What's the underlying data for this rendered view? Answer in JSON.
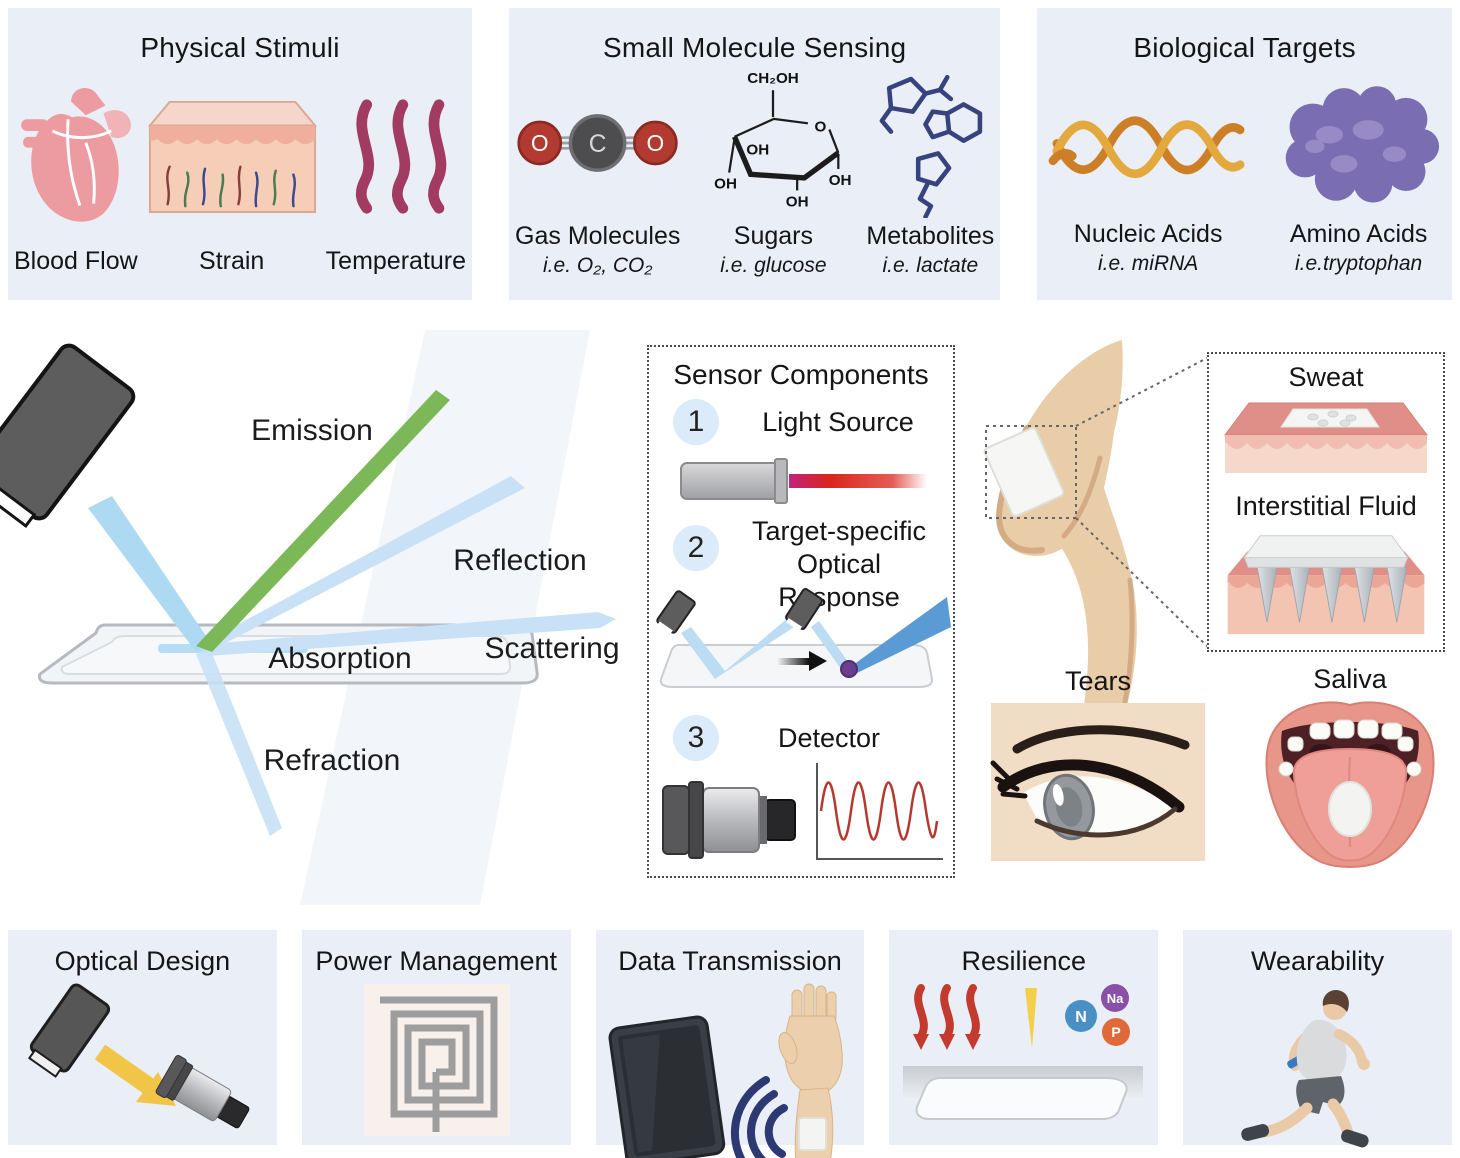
{
  "top_row": {
    "panels": [
      {
        "title": "Physical Stimuli",
        "items": [
          {
            "label": "Blood Flow",
            "icon": "heart-icon"
          },
          {
            "label": "Strain",
            "icon": "skin-cross-section-icon"
          },
          {
            "label": "Temperature",
            "icon": "heat-waves-icon"
          }
        ]
      },
      {
        "title": "Small Molecule Sensing",
        "items": [
          {
            "label": "Gas Molecules",
            "sub": "i.e. O₂, CO₂",
            "icon": "co2-molecule-icon"
          },
          {
            "label": "Sugars",
            "sub": "i.e. glucose",
            "icon": "glucose-ring-icon"
          },
          {
            "label": "Metabolites",
            "sub": "i.e. lactate",
            "icon": "metabolite-structures-icon"
          }
        ]
      },
      {
        "title": "Biological Targets",
        "items": [
          {
            "label": "Nucleic Acids",
            "sub": "i.e. miRNA",
            "icon": "dna-helix-icon"
          },
          {
            "label": "Amino Acids",
            "sub": "i.e.tryptophan",
            "icon": "protein-blob-icon"
          }
        ]
      }
    ]
  },
  "optical_diagram": {
    "emission": "Emission",
    "reflection": "Reflection",
    "absorption": "Absorption",
    "scattering": "Scattering",
    "refraction": "Refraction"
  },
  "sensor_components": {
    "title": "Sensor Components",
    "steps": [
      {
        "num": "1",
        "label": "Light Source"
      },
      {
        "num": "2",
        "label_line1": "Target-specific",
        "label_line2": "Optical Response"
      },
      {
        "num": "3",
        "label": "Detector"
      }
    ]
  },
  "biofluids": {
    "sweat": "Sweat",
    "interstitial_fluid": "Interstitial Fluid",
    "tears": "Tears",
    "saliva": "Saliva"
  },
  "molecules": {
    "co2": {
      "left": "O",
      "center": "C",
      "right": "O"
    },
    "glucose": {
      "ch2oh": "CH₂OH",
      "ring_o": "O",
      "oh": "OH"
    }
  },
  "resilience_ions": [
    {
      "symbol": "N",
      "color": "#4a8fc4"
    },
    {
      "symbol": "Na",
      "color": "#8a4fa8"
    },
    {
      "symbol": "P",
      "color": "#e0693a"
    }
  ],
  "bottom_row": {
    "panels": [
      {
        "title": "Optical Design"
      },
      {
        "title": "Power Management"
      },
      {
        "title": "Data Transmission"
      },
      {
        "title": "Resilience"
      },
      {
        "title": "Wearability"
      }
    ]
  },
  "colors": {
    "panel_bg": "#e9eef7",
    "beam_blue": "#aed9f3",
    "beam_pale": "#c8e1f6",
    "emission_green": "#7cb857",
    "laser_red": "#d9251b",
    "sine_red": "#b5392f",
    "metabolite_navy": "#36437e",
    "dna_orange": "#d98e2b",
    "protein_purple": "#7b6db2",
    "skin_tone": "#e9cda9",
    "heat_wave_red": "#c23b2e"
  }
}
